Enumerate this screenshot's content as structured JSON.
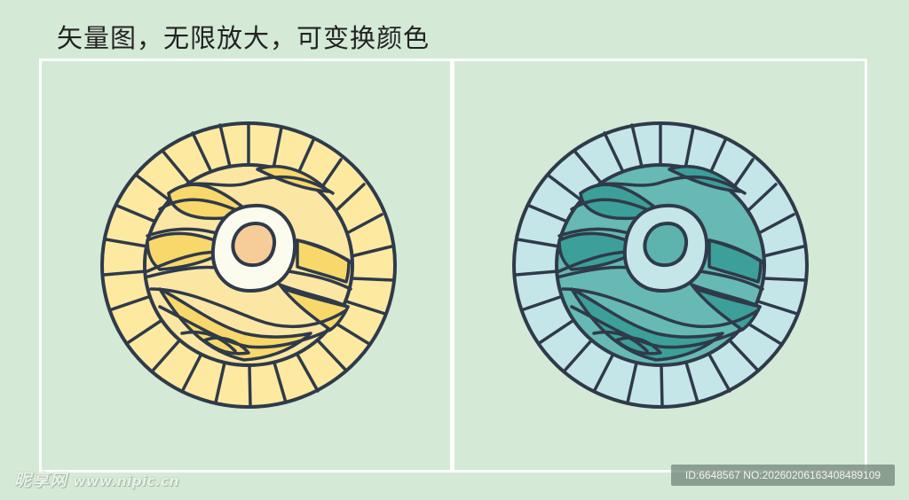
{
  "title": "矢量图，无限放大，可变换颜色",
  "panels": [
    {
      "name": "yellow-variant",
      "colors": {
        "outline": "#2f3a4a",
        "ring_tiles": "#fde9a0",
        "inner_light": "#fbe7a3",
        "inner_dark": "#f8d86a",
        "center_ring": "#fbfbee",
        "center_dot": "#f6cd98"
      }
    },
    {
      "name": "teal-variant",
      "colors": {
        "outline": "#2f3a4a",
        "ring_tiles": "#c5e6e8",
        "inner_light": "#66b9b4",
        "inner_dark": "#3c9f9a",
        "center_ring": "#c5e6e8",
        "center_dot": "#5db3ae"
      }
    }
  ],
  "watermark": {
    "site_name": "昵享网",
    "site_url": "www.nipic.cn",
    "id_label": "ID:6648567 NO:20260206163408489109"
  },
  "colors": {
    "background": "#d4e9d6",
    "frame": "#ffffff"
  }
}
